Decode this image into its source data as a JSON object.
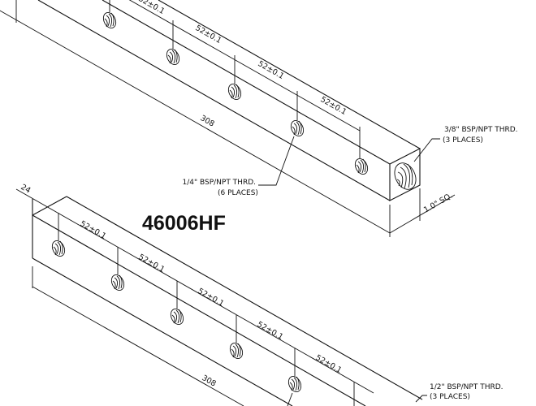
{
  "title": "46006HF",
  "top_bar": {
    "spacing_label": "52±0.1",
    "length_label": "308",
    "end_callout_line1": "3/8\" BSP/NPT THRD.",
    "end_callout_line2": "(3 PLACES)",
    "side_callout_line1": "1/4\" BSP/NPT THRD.",
    "side_callout_line2": "(6 PLACES)",
    "section_label": "1.0\" SQ."
  },
  "bottom_bar": {
    "offset_label": "24",
    "spacing_label": "52±0.1",
    "length_label": "308",
    "end_callout_line1": "1/2\" BSP/NPT THRD.",
    "end_callout_line2": "(3 PLACES)"
  }
}
